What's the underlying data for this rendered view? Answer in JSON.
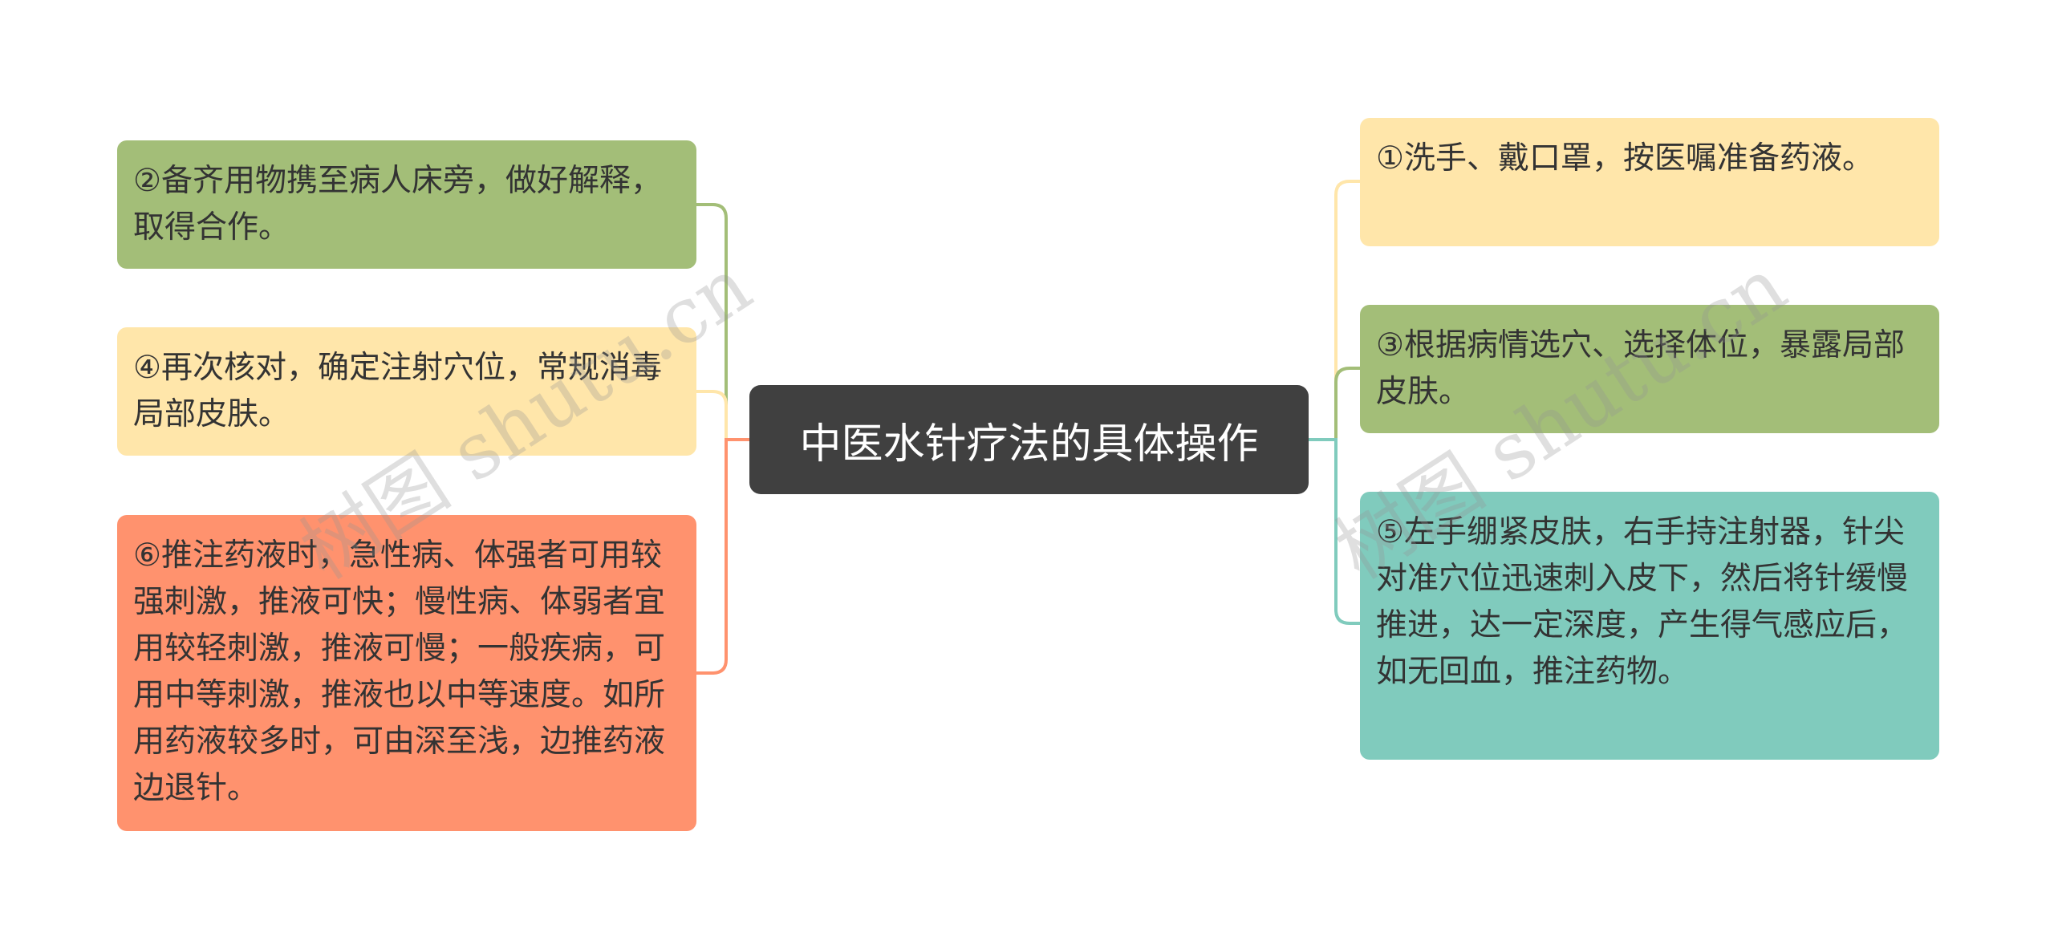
{
  "center": {
    "title": "中医水针疗法的具体操作"
  },
  "left_nodes": [
    {
      "text": "②备齐用物携至病人床旁，做好解释，取得合作。",
      "color": "#a3be78"
    },
    {
      "text": "④再次核对，确定注射穴位，常规消毒局部皮肤。",
      "color": "#ffe6aa"
    },
    {
      "text": "⑥推注药液时，急性病、体强者可用较强刺激，推液可快；慢性病、体弱者宜用较轻刺激，推液可慢；一般疾病，可用中等刺激，推液也以中等速度。如所用药液较多时，可由深至浅，边推药液边退针。",
      "color": "#ff926e"
    }
  ],
  "right_nodes": [
    {
      "text": "①洗手、戴口罩，按医嘱准备药液。",
      "color": "#ffe6aa"
    },
    {
      "text": "③根据病情选穴、选择体位，暴露局部皮肤。",
      "color": "#a3be78"
    },
    {
      "text": "⑤左手绷紧皮肤，右手持注射器，针尖对准穴位迅速刺入皮下，然后将针缓慢推进，达一定深度，产生得气感应后，如无回血，推注药物。",
      "color": "#80cbbd"
    }
  ],
  "connector_colors": {
    "left_green": "#a3be78",
    "left_yellow": "#ffe6aa",
    "left_orange": "#ff926e",
    "right_yellow": "#ffe6aa",
    "right_green": "#a3be78",
    "right_teal": "#80cbbd"
  },
  "watermark": "树图 shutu.cn"
}
